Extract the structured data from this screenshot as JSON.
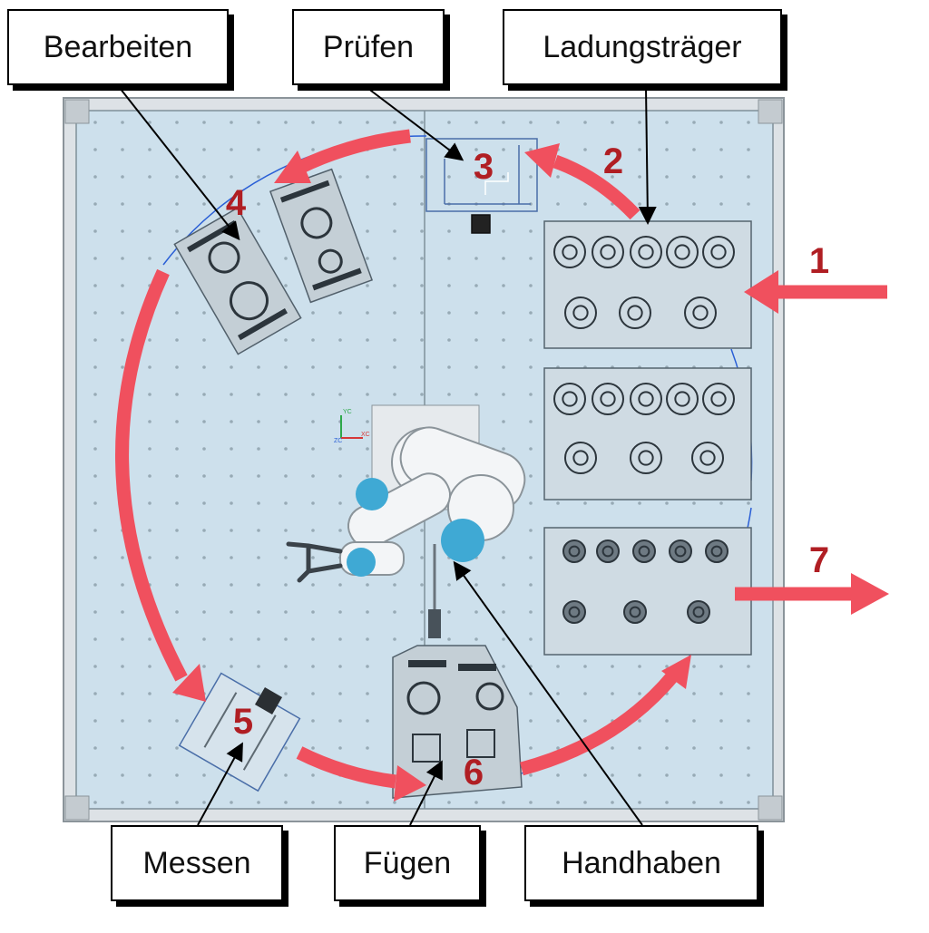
{
  "labels": {
    "bearbeiten": "Bearbeiten",
    "pruefen": "Prüfen",
    "ladungstraeger": "Ladungsträger",
    "messen": "Messen",
    "fuegen": "Fügen",
    "handhaben": "Handhaben"
  },
  "steps": {
    "s1": "1",
    "s2": "2",
    "s3": "3",
    "s4": "4",
    "s5": "5",
    "s6": "6",
    "s7": "7"
  },
  "axis": {
    "yc": "YC",
    "xc": "XC",
    "zc": "ZC"
  },
  "colors": {
    "plate": "#cde0ec",
    "frame": "#dde2e6",
    "frame_edge": "#8b949a",
    "arrow": "#f0505e",
    "step_number": "#b01e23",
    "outline": "#2a5fd6",
    "robot_blue": "#3fa9d4",
    "robot_white": "#f3f5f7"
  }
}
